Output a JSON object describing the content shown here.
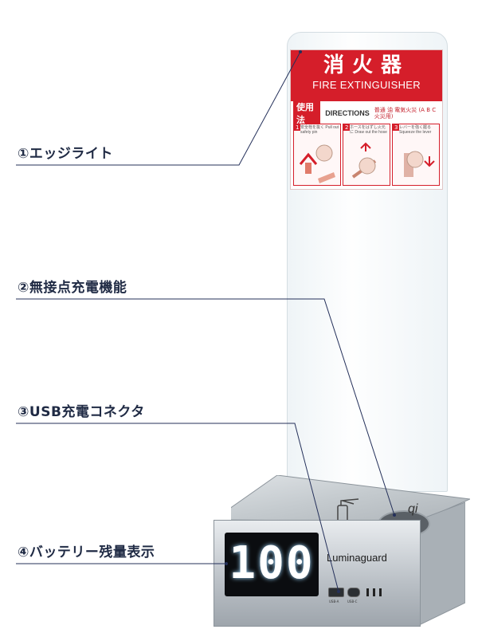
{
  "features": [
    {
      "label": "①エッジライト"
    },
    {
      "label": "②無接点充電機能"
    },
    {
      "label": "③USB充電コネクタ"
    },
    {
      "label": "④バッテリー残量表示"
    }
  ],
  "sign": {
    "title_jp": "消火器",
    "title_en": "FIRE EXTINGUISHER",
    "usage_jp": "使用法",
    "usage_en": "DIRECTIONS",
    "note": "普通 油 電気火災 (A B C 火災用)",
    "steps": [
      {
        "num": "1",
        "text": "安全栓を抜く Pull out safety pin"
      },
      {
        "num": "2",
        "text": "ホースをはずし火元に Draw out the hose"
      },
      {
        "num": "3",
        "text": "レバーを強く握る Squeeze the lever"
      }
    ]
  },
  "device": {
    "brand": "Luminaguard",
    "display_value": "100",
    "qi_logo": "qi",
    "port_labels": [
      "USB-A",
      "USB-C"
    ]
  },
  "colors": {
    "sign_red": "#d51e2a",
    "label_navy": "#1f2a44",
    "leader_line": "#24305a"
  },
  "icons": [
    "extinguisher-icon",
    "qi-charging-icon"
  ]
}
